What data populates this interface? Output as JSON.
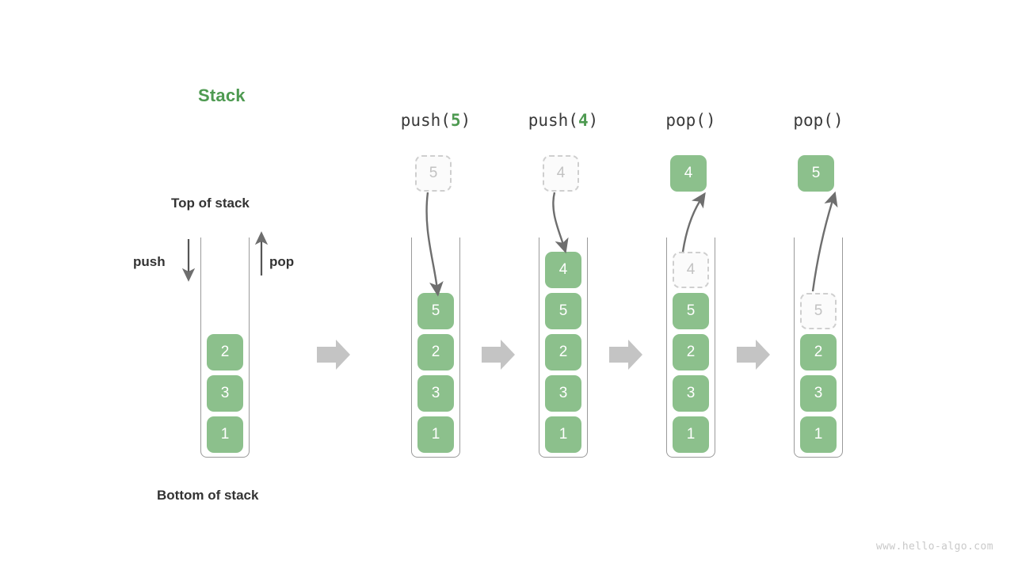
{
  "title": "Stack",
  "labels": {
    "top_of_stack": "Top of stack",
    "bottom_of_stack": "Bottom of stack",
    "push": "push",
    "pop": "pop"
  },
  "watermark": "www.hello-algo.com",
  "colors": {
    "accent_green": "#4e9a51",
    "box_green": "#8cc08c",
    "ghost_border": "#cfcfcf",
    "ghost_text": "#c2c2c2",
    "arrow_gray": "#6e6e6e",
    "separator_gray": "#c4c4c4",
    "frame_gray": "#9a9a9a",
    "text_dark": "#333333"
  },
  "initial_stack": {
    "name": "initial-stack",
    "items": [
      "2",
      "3",
      "1"
    ]
  },
  "steps": [
    {
      "header_prefix": "push(",
      "header_arg": "5",
      "header_suffix": ")",
      "operation": "push",
      "floating_box": {
        "value": "5",
        "style": "ghost"
      },
      "stack_items": [
        {
          "value": "5",
          "style": "filled"
        },
        {
          "value": "2",
          "style": "filled"
        },
        {
          "value": "3",
          "style": "filled"
        },
        {
          "value": "1",
          "style": "filled"
        }
      ]
    },
    {
      "header_prefix": "push(",
      "header_arg": "4",
      "header_suffix": ")",
      "operation": "push",
      "floating_box": {
        "value": "4",
        "style": "ghost"
      },
      "stack_items": [
        {
          "value": "4",
          "style": "filled"
        },
        {
          "value": "5",
          "style": "filled"
        },
        {
          "value": "2",
          "style": "filled"
        },
        {
          "value": "3",
          "style": "filled"
        },
        {
          "value": "1",
          "style": "filled"
        }
      ]
    },
    {
      "header_prefix": "pop(",
      "header_arg": "",
      "header_suffix": ")",
      "operation": "pop",
      "floating_box": {
        "value": "4",
        "style": "filled"
      },
      "stack_items": [
        {
          "value": "4",
          "style": "ghost"
        },
        {
          "value": "5",
          "style": "filled"
        },
        {
          "value": "2",
          "style": "filled"
        },
        {
          "value": "3",
          "style": "filled"
        },
        {
          "value": "1",
          "style": "filled"
        }
      ]
    },
    {
      "header_prefix": "pop(",
      "header_arg": "",
      "header_suffix": ")",
      "operation": "pop",
      "floating_box": {
        "value": "5",
        "style": "filled"
      },
      "stack_items": [
        {
          "value": "5",
          "style": "ghost"
        },
        {
          "value": "2",
          "style": "filled"
        },
        {
          "value": "3",
          "style": "filled"
        },
        {
          "value": "1",
          "style": "filled"
        }
      ]
    }
  ]
}
